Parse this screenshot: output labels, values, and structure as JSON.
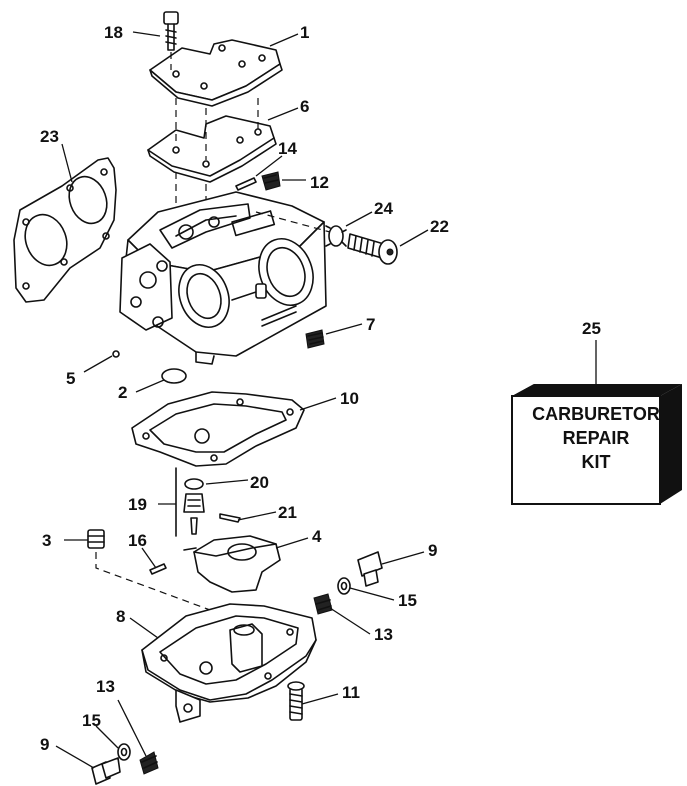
{
  "callouts": {
    "p1": "1",
    "p2": "2",
    "p3": "3",
    "p4": "4",
    "p5": "5",
    "p6": "6",
    "p7": "7",
    "p8": "8",
    "p9a": "9",
    "p9b": "9",
    "p10": "10",
    "p11": "11",
    "p12": "12",
    "p13a": "13",
    "p13b": "13",
    "p14": "14",
    "p15a": "15",
    "p15b": "15",
    "p16": "16",
    "p18": "18",
    "p19": "19",
    "p20": "20",
    "p21": "21",
    "p22": "22",
    "p23": "23",
    "p24": "24",
    "p25": "25"
  },
  "kit": {
    "line1": "CARBURETOR",
    "line2": "REPAIR",
    "line3": "KIT"
  }
}
